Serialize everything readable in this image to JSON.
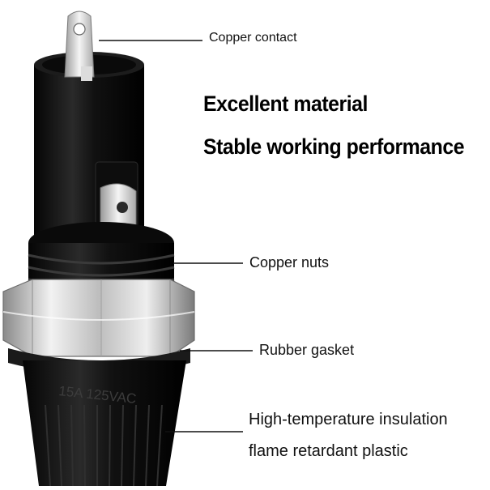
{
  "headlines": {
    "line1": "Excellent material",
    "line2": "Stable working performance"
  },
  "callouts": {
    "copper_contact": "Copper contact",
    "copper_nuts": "Copper nuts",
    "rubber_gasket": "Rubber gasket",
    "insulation_line1": "High-temperature insulation",
    "insulation_line2": "flame retardant plastic"
  },
  "product_marking": "15A 125VAC",
  "colors": {
    "body": "#141414",
    "metal": "#c9c9c9",
    "text": "#111111"
  }
}
